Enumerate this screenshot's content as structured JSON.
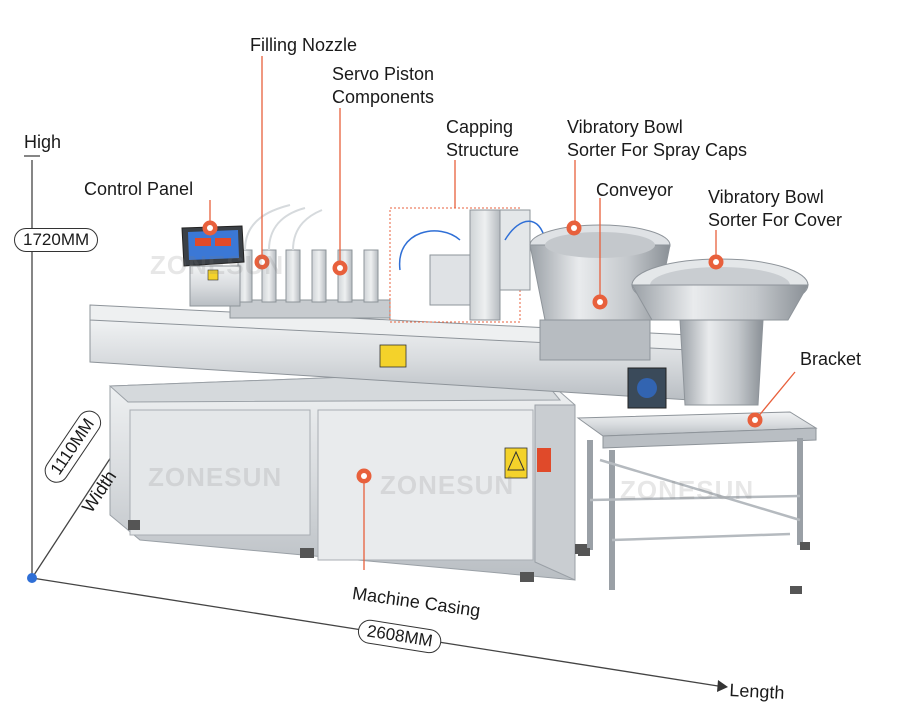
{
  "labels": {
    "filling_nozzle": "Filling Nozzle",
    "servo_piston_1": "Servo Piston",
    "servo_piston_2": "Components",
    "capping_1": "Capping",
    "capping_2": "Structure",
    "vibratory_spray_1": "Vibratory Bowl",
    "vibratory_spray_2": "Sorter For Spray Caps",
    "control_panel": "Control Panel",
    "conveyor": "Conveyor",
    "vibratory_cover_1": "Vibratory Bowl",
    "vibratory_cover_2": "Sorter For Cover",
    "bracket": "Bracket",
    "machine_casing": "Machine Casing"
  },
  "dimensions": {
    "height_axis": "High",
    "height_value": "1720MM",
    "width_axis": "Width",
    "width_value": "1110MM",
    "length_axis": "Length",
    "length_value": "2608MM"
  },
  "watermark": "ZONESUN",
  "colors": {
    "accent": "#e8603c",
    "steel_light": "#e6e8ea",
    "steel_mid": "#c8ccd0",
    "steel_dark": "#8e949a",
    "axis_blue": "#2f6fd6"
  }
}
